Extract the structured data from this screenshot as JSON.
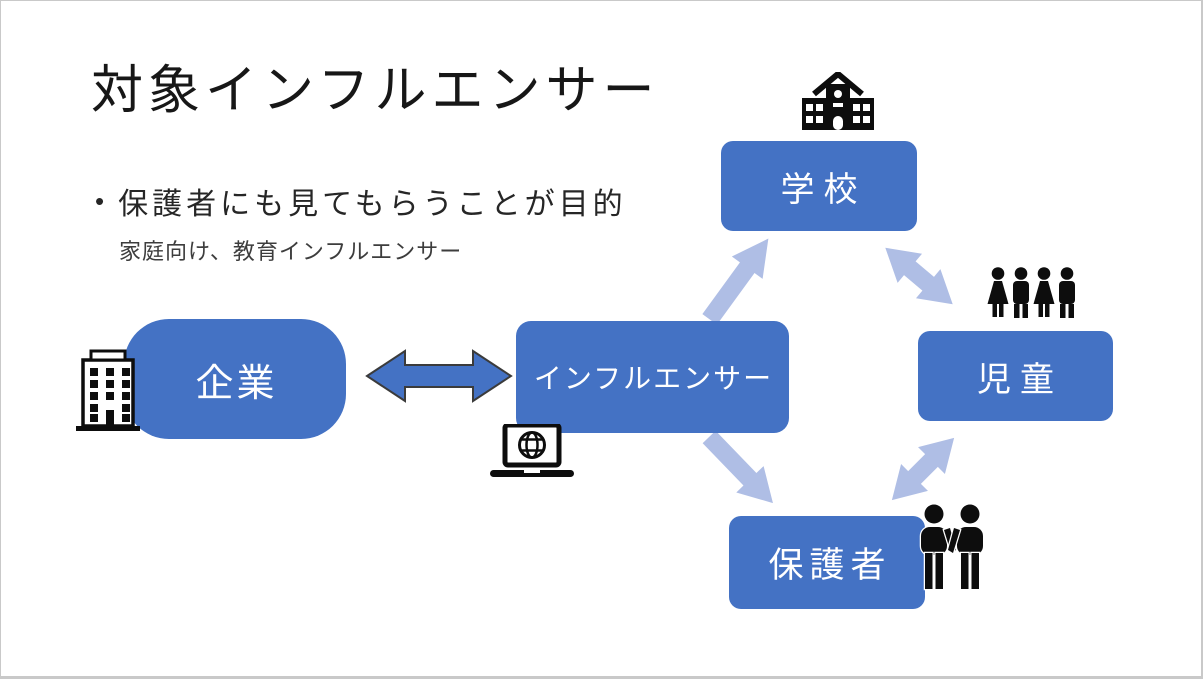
{
  "slide": {
    "title": "対象インフルエンサー",
    "bullet_marker": "•",
    "bullet": "保護者にも見てもらうことが目的",
    "subtext": "家庭向け、教育インフルエンサー"
  },
  "nodes": {
    "company": {
      "label": "企業"
    },
    "influencer": {
      "label": "インフルエンサー"
    },
    "school": {
      "label": "学校"
    },
    "children": {
      "label": "児童"
    },
    "parents": {
      "label": "保護者"
    }
  },
  "icons": {
    "company": "office-building-icon",
    "influencer": "laptop-globe-icon",
    "school": "school-building-icon",
    "children": "children-group-icon",
    "parents": "parents-couple-icon"
  },
  "arrows": [
    {
      "from": "企業",
      "to": "インフルエンサー",
      "direction": "both",
      "style": "dark-outlined"
    },
    {
      "from": "インフルエンサー",
      "to": "学校",
      "direction": "one-way",
      "style": "light"
    },
    {
      "from": "学校",
      "to": "児童",
      "direction": "both",
      "style": "light"
    },
    {
      "from": "インフルエンサー",
      "to": "保護者",
      "direction": "one-way",
      "style": "light"
    },
    {
      "from": "保護者",
      "to": "児童",
      "direction": "both",
      "style": "light"
    }
  ],
  "colors": {
    "node_fill": "#4472C4",
    "node_text": "#FFFFFF",
    "arrow_dark_fill": "#4472C4",
    "arrow_dark_border": "#3B3B3B",
    "arrow_light_fill": "#AFBEE5",
    "icon_black": "#0D0D0D",
    "title_text": "#171717",
    "body_text": "#262626",
    "slide_border": "#C9C9C9"
  }
}
